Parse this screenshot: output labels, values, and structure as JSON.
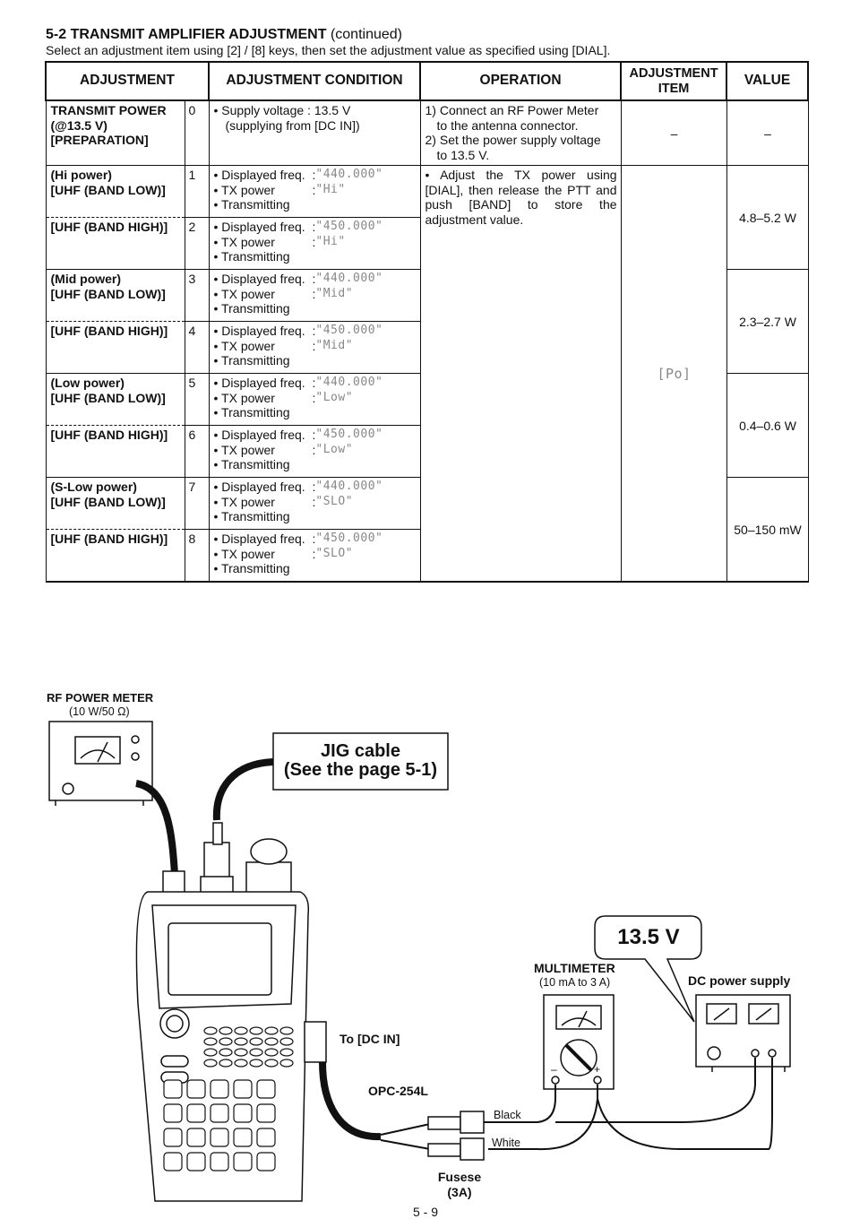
{
  "header": {
    "section": "5-2 TRANSMIT AMPLIFIER ADJUSTMENT",
    "continued": "(continued)",
    "instruction": "Select an adjustment item using [2] / [8] keys, then set the adjustment value as specified using [DIAL]."
  },
  "table": {
    "columns": [
      "ADJUSTMENT",
      "ADJUSTMENT CONDITION",
      "OPERATION",
      "ADJUSTMENT ITEM",
      "VALUE"
    ],
    "preparation": {
      "name": [
        "TRANSMIT POWER",
        "(@13.5 V)",
        "[PREPARATION]"
      ],
      "num": "0",
      "condition": [
        "• Supply voltage   : 13.5 V",
        "(supplying from [DC IN])"
      ],
      "operation": [
        "1) Connect an RF Power Meter",
        "to the antenna connector.",
        "2) Set the power supply voltage",
        "to 13.5 V."
      ],
      "item": "–",
      "value": "–"
    },
    "rows": [
      {
        "name": [
          "(Hi power)",
          "[UHF (BAND LOW)]"
        ],
        "num": "1",
        "freq": "\"440.000\"",
        "power": "\"Hi\""
      },
      {
        "name": [
          "[UHF (BAND HIGH)]"
        ],
        "num": "2",
        "freq": "\"450.000\"",
        "power": "\"Hi\""
      },
      {
        "name": [
          "(Mid power)",
          "[UHF (BAND LOW)]"
        ],
        "num": "3",
        "freq": "\"440.000\"",
        "power": "\"Mid\""
      },
      {
        "name": [
          "[UHF (BAND HIGH)]"
        ],
        "num": "4",
        "freq": "\"450.000\"",
        "power": "\"Mid\""
      },
      {
        "name": [
          "(Low power)",
          "[UHF (BAND LOW)]"
        ],
        "num": "5",
        "freq": "\"440.000\"",
        "power": "\"Low\""
      },
      {
        "name": [
          "[UHF (BAND HIGH)]"
        ],
        "num": "6",
        "freq": "\"450.000\"",
        "power": "\"Low\""
      },
      {
        "name": [
          "(S-Low power)",
          "[UHF (BAND LOW)]"
        ],
        "num": "7",
        "freq": "\"440.000\"",
        "power": "\"SLO\""
      },
      {
        "name": [
          "[UHF (BAND HIGH)]"
        ],
        "num": "8",
        "freq": "\"450.000\"",
        "power": "\"SLO\""
      }
    ],
    "cond_labels": {
      "freq": "• Displayed freq.",
      "power": "• TX power",
      "tx": "• Transmitting"
    },
    "operation": "• Adjust the TX power using [DIAL], then release the PTT and push [BAND] to store the adjustment value.",
    "item": "[Po]",
    "values": [
      "4.8–5.2 W",
      "2.3–2.7 W",
      "0.4–0.6 W",
      "50–150 mW"
    ]
  },
  "diagram": {
    "rf_meter": "RF POWER METER",
    "rf_meter_spec": "(10 W/50 Ω)",
    "jig_line1": "JIG cable",
    "jig_line2": "(See the page 5-1)",
    "voltage": "13.5 V",
    "multimeter": "MULTIMETER",
    "multimeter_spec": "(10 mA to 3 A)",
    "dc_supply": "DC power supply",
    "to_dc_in": "To [DC IN]",
    "cable": "OPC-254L",
    "black": "Black",
    "white": "White",
    "fuse1": "Fusese",
    "fuse2": "(3A)",
    "minus": "–",
    "plus": "+"
  },
  "page_number": "5 - 9"
}
